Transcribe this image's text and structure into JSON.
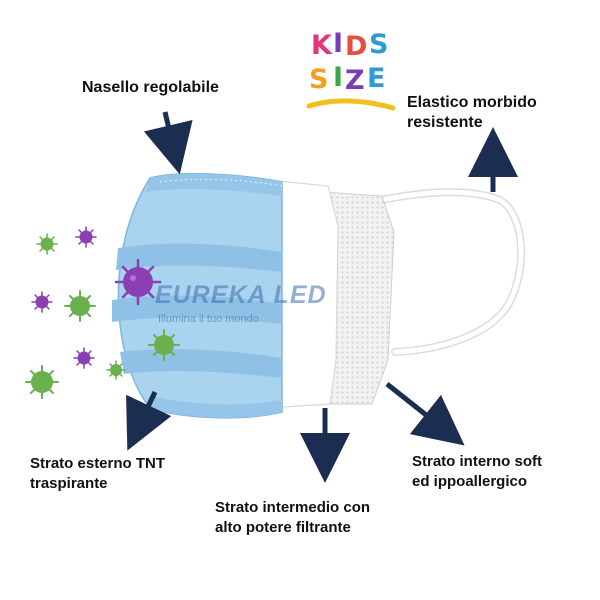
{
  "labels": {
    "nose": "Nasello regolabile",
    "elastic": "Elastico morbido\nresistente",
    "outer": "Strato esterno TNT\ntraspirante",
    "middle": "Strato intermedio con\nalto potere filtrante",
    "inner": "Strato interno soft\ned ippoallergico"
  },
  "logo": {
    "letters_row1": [
      "K",
      "I",
      "D",
      "S"
    ],
    "letters_row2": [
      "S",
      "I",
      "Z",
      "E"
    ],
    "colors_row1": [
      "#e4357a",
      "#7a3db8",
      "#e84c3d",
      "#2e9bd6"
    ],
    "colors_row2": [
      "#f0a020",
      "#3aa84a",
      "#7a3db8",
      "#2e9bd6"
    ]
  },
  "watermark": {
    "brand": "EUREKA LED",
    "tagline": "Illumina il tuo mondo"
  },
  "colors": {
    "arrow": "#1c2d52",
    "mask_blue": "#a9d3ef",
    "mask_blue_dark": "#7fb5dc",
    "virus_green": "#6ab04c",
    "virus_purple": "#8a3fb3"
  },
  "icons": [
    "virus-icon",
    "arrow-icon",
    "mask-illustration"
  ]
}
